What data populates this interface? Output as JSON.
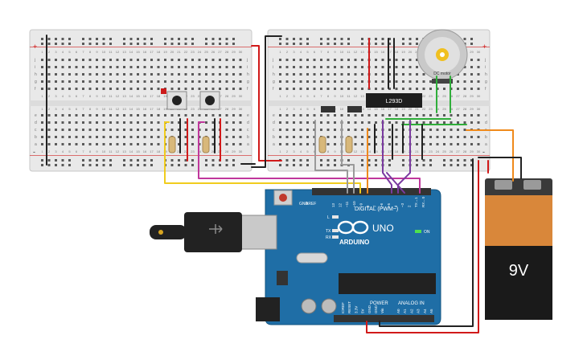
{
  "breadboard": {
    "row_letters_top": [
      "j",
      "i",
      "h",
      "g",
      "f"
    ],
    "row_letters_bottom": [
      "e",
      "d",
      "c",
      "b",
      "a"
    ],
    "plus": "+",
    "minus": "-",
    "column_numbers": [
      "1",
      "2",
      "3",
      "4",
      "5",
      "6",
      "7",
      "8",
      "9",
      "10",
      "11",
      "12",
      "13",
      "14",
      "15",
      "16",
      "17",
      "18",
      "19",
      "20",
      "21",
      "22",
      "23",
      "24",
      "25",
      "26",
      "27",
      "28",
      "29",
      "30"
    ]
  },
  "chip": {
    "label": "L293D"
  },
  "motor": {
    "label": "DC motor"
  },
  "battery": {
    "label": "9V"
  },
  "arduino": {
    "aref": "AREF",
    "gnd": "GND",
    "digital_pins": [
      "13",
      "12",
      "~11",
      "~10",
      "~9",
      "8",
      "7",
      "~6",
      "~5",
      "4",
      "~3",
      "2",
      "TX→1",
      "RX←0"
    ],
    "digital_label": "DIGITAL (PWM~)",
    "brand": "ARDUINO",
    "model": "UNO",
    "on_led": "ON",
    "l_led": "L",
    "tx_led": "TX",
    "rx_led": "RX",
    "power_label": "POWER",
    "analog_label": "ANALOG IN",
    "power_pins": [
      "IOREF",
      "RESET",
      "3.3V",
      "5V",
      "GND",
      "GND",
      "Vin"
    ],
    "analog_pins": [
      "A0",
      "A1",
      "A2",
      "A3",
      "A4",
      "A5"
    ]
  },
  "colors": {
    "wire_black": "#222222",
    "wire_red": "#d11a1a",
    "wire_yellow": "#f0cc1e",
    "wire_magenta": "#c0379c",
    "wire_purple": "#7a3aa0",
    "wire_orange": "#ef8a1c",
    "wire_green": "#2fae3a",
    "wire_gray": "#9a9a9a",
    "board_blue": "#1f6ea6",
    "battery_orange": "#d9873a"
  }
}
